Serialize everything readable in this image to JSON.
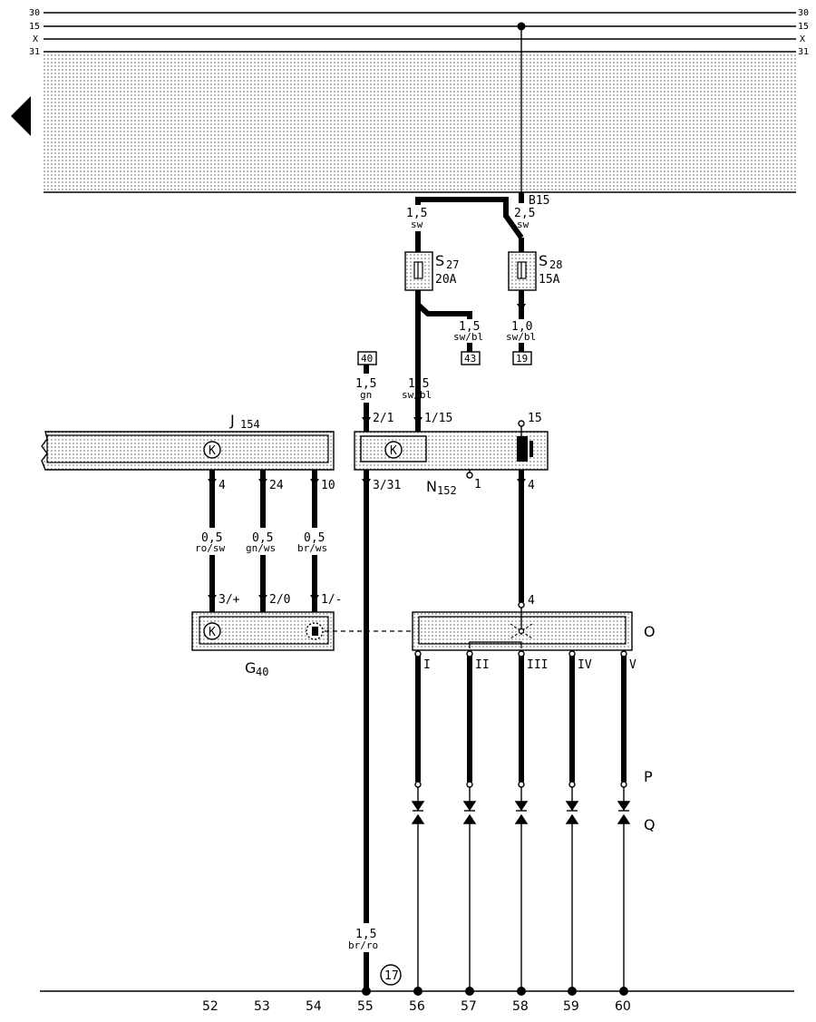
{
  "rails": {
    "r30": "30",
    "r15": "15",
    "rx": "X",
    "r31": "31"
  },
  "fuses": {
    "s27": {
      "name": "S",
      "sub": "27",
      "rating": "20A"
    },
    "s28": {
      "name": "S",
      "sub": "28",
      "rating": "15A"
    }
  },
  "connector_b15": "B15",
  "wires": {
    "w_s27_in": {
      "size": "1,5",
      "color": "sw"
    },
    "w_s28_in": {
      "size": "2,5",
      "color": "sw"
    },
    "w_s27_branch": {
      "size": "1,5",
      "color": "sw/bl"
    },
    "w_s28_out": {
      "size": "1,0",
      "color": "sw/bl"
    },
    "w_s27_out": {
      "size": "1,5",
      "color": "sw/bl"
    },
    "w_40": {
      "size": "1,5",
      "color": "gn"
    },
    "w_j4": {
      "size": "0,5",
      "color": "ro/sw"
    },
    "w_j24": {
      "size": "0,5",
      "color": "gn/ws"
    },
    "w_j10": {
      "size": "0,5",
      "color": "br/ws"
    },
    "w_ground": {
      "size": "1,5",
      "color": "br/ro"
    }
  },
  "refs": {
    "ref43": "43",
    "ref19": "19",
    "ref40": "40",
    "ground_point": "17"
  },
  "components": {
    "j154": {
      "name": "J",
      "sub": "154"
    },
    "n152": {
      "name": "N",
      "sub": "152"
    },
    "g40": {
      "name": "G",
      "sub": "40"
    },
    "o": "O",
    "p": "P",
    "q": "Q"
  },
  "pins": {
    "j_4": "4",
    "j_24": "24",
    "j_10": "10",
    "n_21": "2/1",
    "n_115": "1/15",
    "n_331": "3/31",
    "n_15": "15",
    "n_1": "1",
    "n_4": "4",
    "g_3": "3/+",
    "g_2": "2/0",
    "g_1": "1/-",
    "o_4": "4",
    "o_I": "I",
    "o_II": "II",
    "o_III": "III",
    "o_IV": "IV",
    "o_V": "V"
  },
  "track_numbers": [
    "52",
    "53",
    "54",
    "55",
    "56",
    "57",
    "58",
    "59",
    "60"
  ],
  "symbols": {
    "k": "K"
  }
}
